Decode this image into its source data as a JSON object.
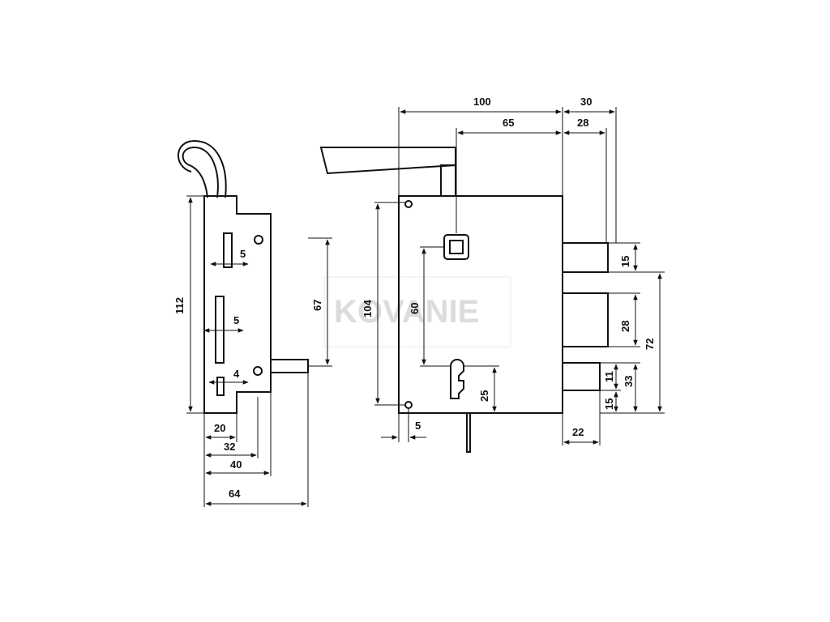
{
  "watermark": "KOVANIE",
  "side_view": {
    "dimensions": {
      "height_total": "112",
      "slot_top_width": "5",
      "slot_middle_width": "5",
      "slot_bottom_width": "4",
      "bolt_span": "67",
      "depth_20": "20",
      "depth_32": "32",
      "depth_40": "40",
      "depth_64": "64"
    }
  },
  "front_view": {
    "dimensions": {
      "case_width": "100",
      "handle_offset": "65",
      "bolt_projection": "30",
      "bolt_projection_inner": "28",
      "case_height": "104",
      "spindle_to_key": "60",
      "key_to_bottom": "25",
      "edge_offset": "5",
      "bolt_top_height": "15",
      "bolt_middle_height": "28",
      "bolt_group_height": "72",
      "latch_gap": "11",
      "latch_span": "33",
      "latch_height": "15",
      "latch_projection": "22"
    }
  },
  "colors": {
    "line": "#111111",
    "background": "#ffffff",
    "watermark": "#dcdcdc"
  }
}
